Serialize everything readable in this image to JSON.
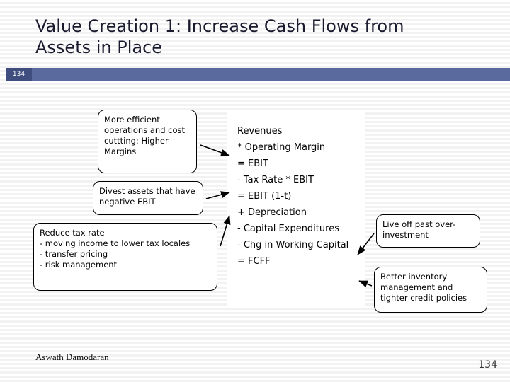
{
  "slide": {
    "title": "Value Creation 1: Increase Cash Flows from Assets in Place",
    "header_number": "134",
    "footer_author": "Aswath Damodaran",
    "footer_page": "134",
    "colors": {
      "header_bar": "#5b6a9e",
      "header_number_box": "#3f4e7e",
      "title_text": "#1a1a2e"
    }
  },
  "diagram": {
    "boxes": [
      {
        "id": "efficiency",
        "text": "More efficient operations and cost cuttting: Higher Margins"
      },
      {
        "id": "divest",
        "text": "Divest assets that have negative EBIT"
      },
      {
        "id": "taxrate",
        "text": "Reduce tax rate\n - moving income to lower tax locales\n - transfer pricing\n - risk management"
      },
      {
        "id": "fcff",
        "text": "Revenues\n* Operating Margin\n= EBIT\n- Tax Rate * EBIT\n= EBIT (1-t)\n+ Depreciation\n- Capital Expenditures\n- Chg in Working Capital\n= FCFF"
      },
      {
        "id": "liveoff",
        "text": "Live off past over-investment"
      },
      {
        "id": "inventory",
        "text": "Better inventory management and tighter credit policies"
      }
    ]
  }
}
